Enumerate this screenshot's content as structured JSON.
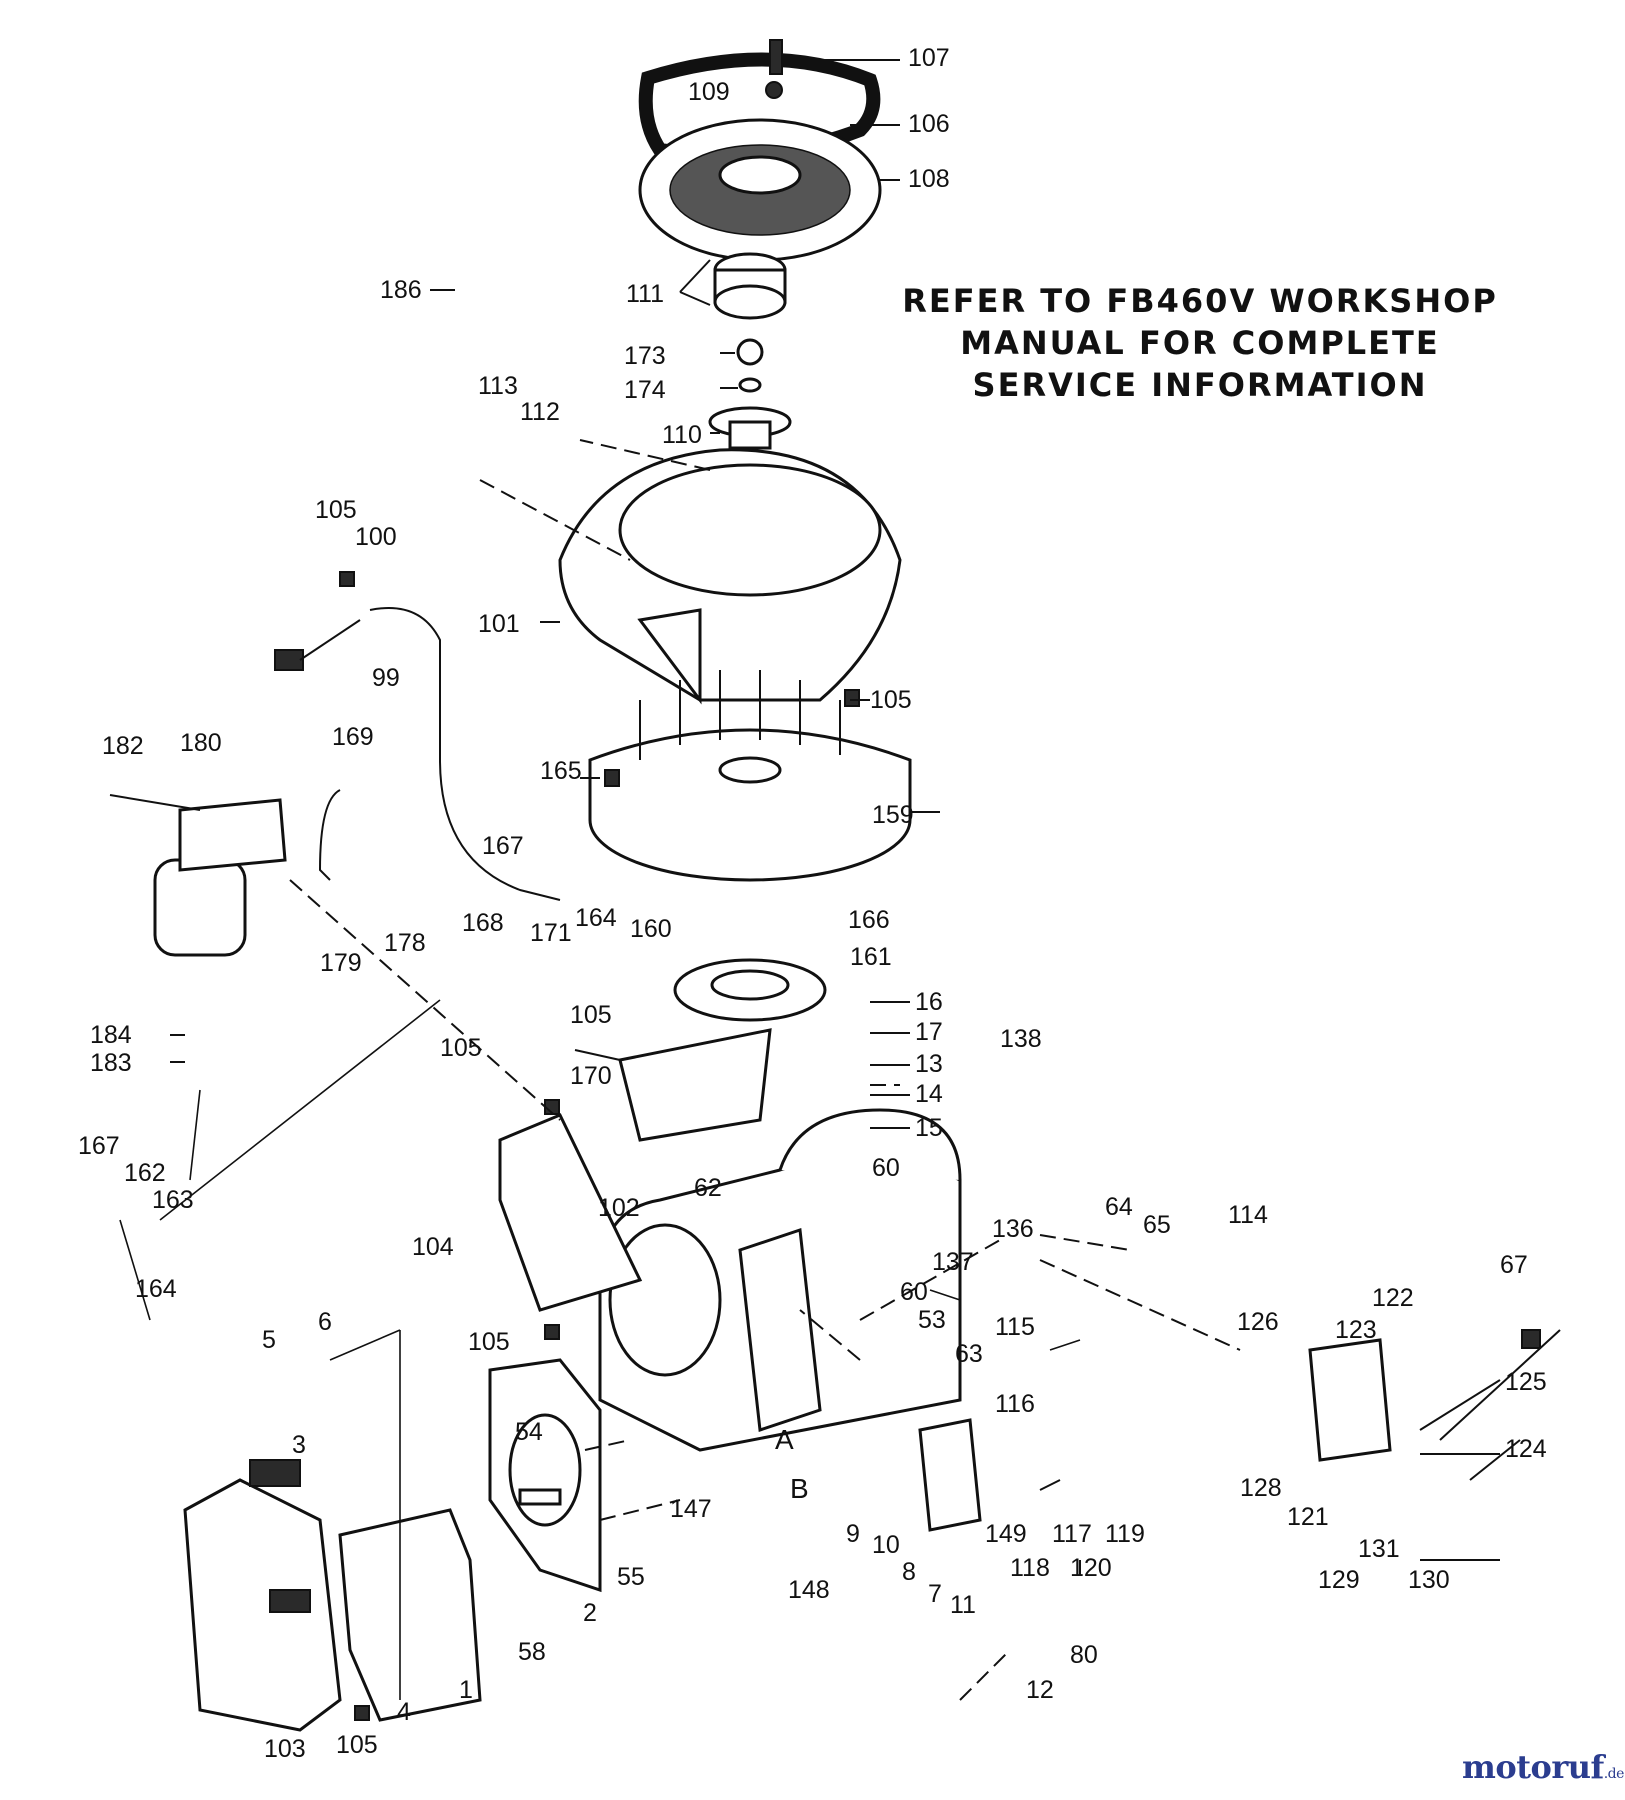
{
  "notice": {
    "line1": "REFER TO FB460V WORKSHOP",
    "line2": "MANUAL FOR COMPLETE",
    "line3": "SERVICE INFORMATION"
  },
  "watermark": {
    "brand": "motoruf",
    "tld": ".de"
  },
  "part_labels": [
    "107",
    "109",
    "106",
    "108",
    "186",
    "111",
    "173",
    "174",
    "110",
    "113",
    "112",
    "105",
    "100",
    "101",
    "99",
    "105",
    "182",
    "180",
    "169",
    "165",
    "159",
    "167",
    "160",
    "164",
    "166",
    "168",
    "171",
    "179",
    "178",
    "161",
    "184",
    "183",
    "105",
    "16",
    "17",
    "170",
    "105",
    "13",
    "14",
    "138",
    "15",
    "60",
    "62",
    "102",
    "136",
    "137",
    "64",
    "65",
    "114",
    "67",
    "167",
    "162",
    "163",
    "104",
    "164",
    "60",
    "53",
    "126",
    "122",
    "123",
    "115",
    "125",
    "6",
    "5",
    "105",
    "63",
    "116",
    "124",
    "54",
    "A",
    "B",
    "3",
    "128",
    "147",
    "121",
    "129",
    "131",
    "130",
    "9",
    "10",
    "8",
    "7",
    "11",
    "118",
    "117",
    "120",
    "119",
    "149",
    "55",
    "148",
    "2",
    "58",
    "4",
    "1",
    "12",
    "80",
    "103",
    "105"
  ]
}
